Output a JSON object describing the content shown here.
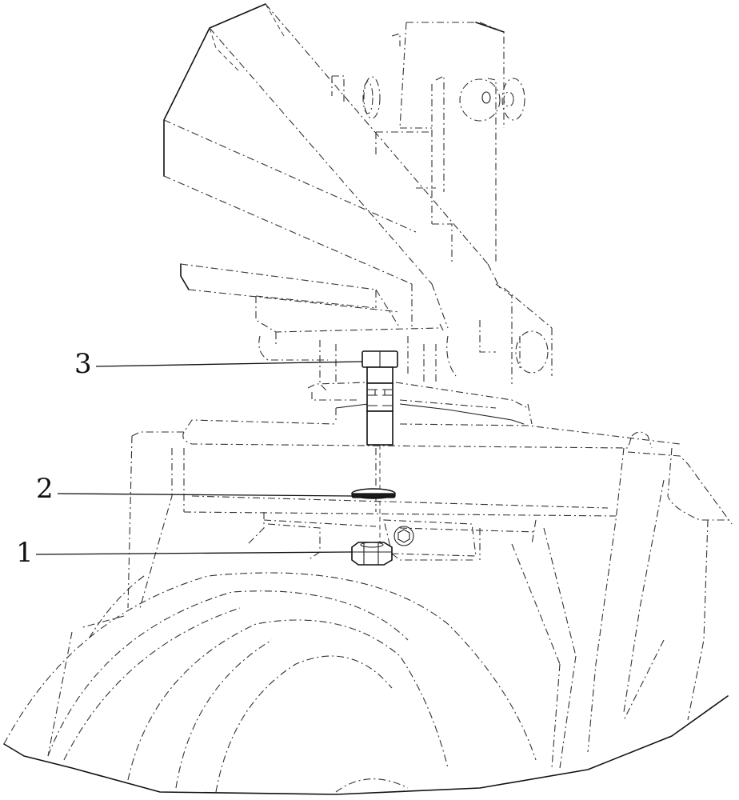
{
  "callouts": [
    {
      "id": "1",
      "text": "1"
    },
    {
      "id": "2",
      "text": "2"
    },
    {
      "id": "3",
      "text": "3"
    }
  ],
  "colors": {
    "line": "#111111",
    "background": "#ffffff"
  }
}
